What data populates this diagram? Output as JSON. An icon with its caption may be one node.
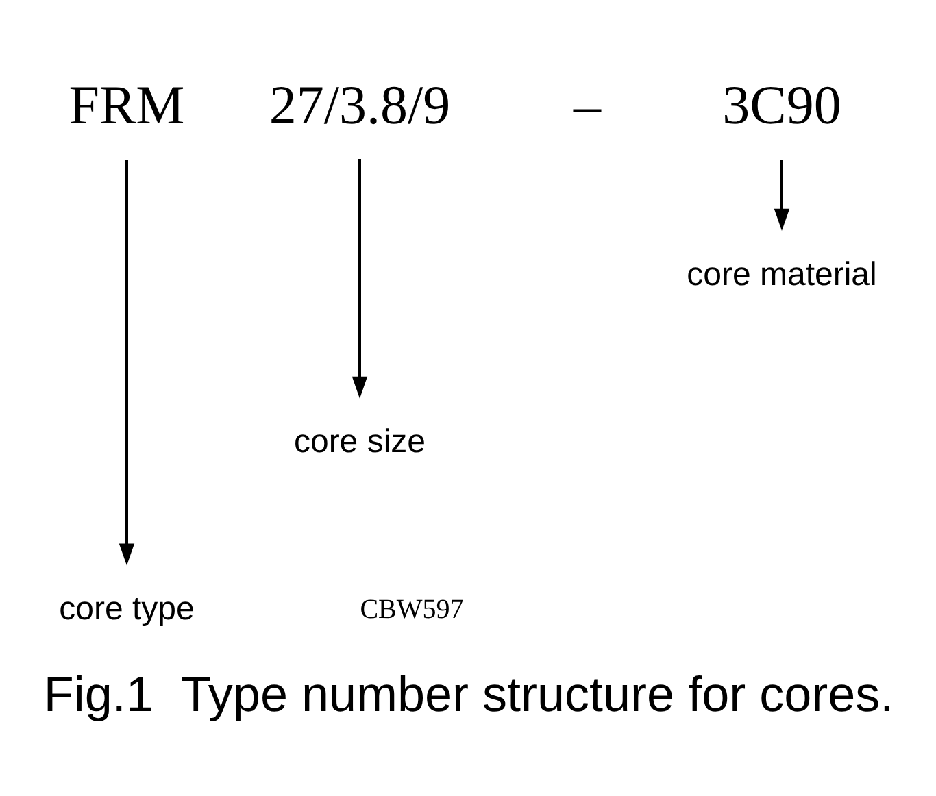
{
  "diagram": {
    "caption": "Fig.1  Type number structure for cores.",
    "nodes": [
      {
        "text": [
          "FRM"
        ]
      },
      {
        "text": [
          "27/3.8/9"
        ]
      },
      {
        "text": [
          "3C90"
        ]
      },
      {
        "text": [
          "core material"
        ]
      },
      {
        "text": [
          "core size"
        ]
      },
      {
        "text": [
          "core type"
        ]
      }
    ],
    "edges": [
      {
        "from": 2,
        "to": 3,
        "arrow": "to"
      },
      {
        "from": 1,
        "to": 4,
        "arrow": "to"
      },
      {
        "from": 0,
        "to": 5,
        "arrow": "to"
      }
    ],
    "labels": [
      "–",
      "CBW597"
    ]
  }
}
